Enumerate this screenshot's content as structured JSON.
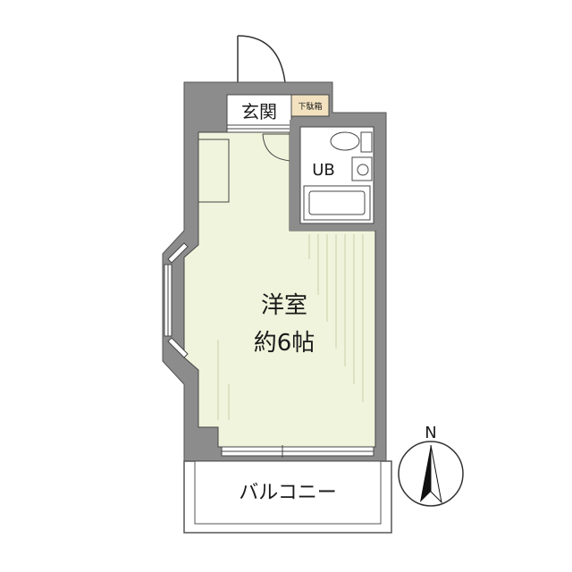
{
  "rooms": {
    "entrance": "玄関",
    "shoe_box": "下駄箱",
    "bath": "UB",
    "main_room": "洋室",
    "main_room_size": "約6帖",
    "balcony": "バルコニー"
  },
  "compass": {
    "north": "N"
  },
  "colors": {
    "wall": "#8c8c8c",
    "floor": "#f0f4dc",
    "bath_fill": "#ffffff",
    "shoe_box_fill": "#f2e2bf",
    "line": "#333333"
  }
}
